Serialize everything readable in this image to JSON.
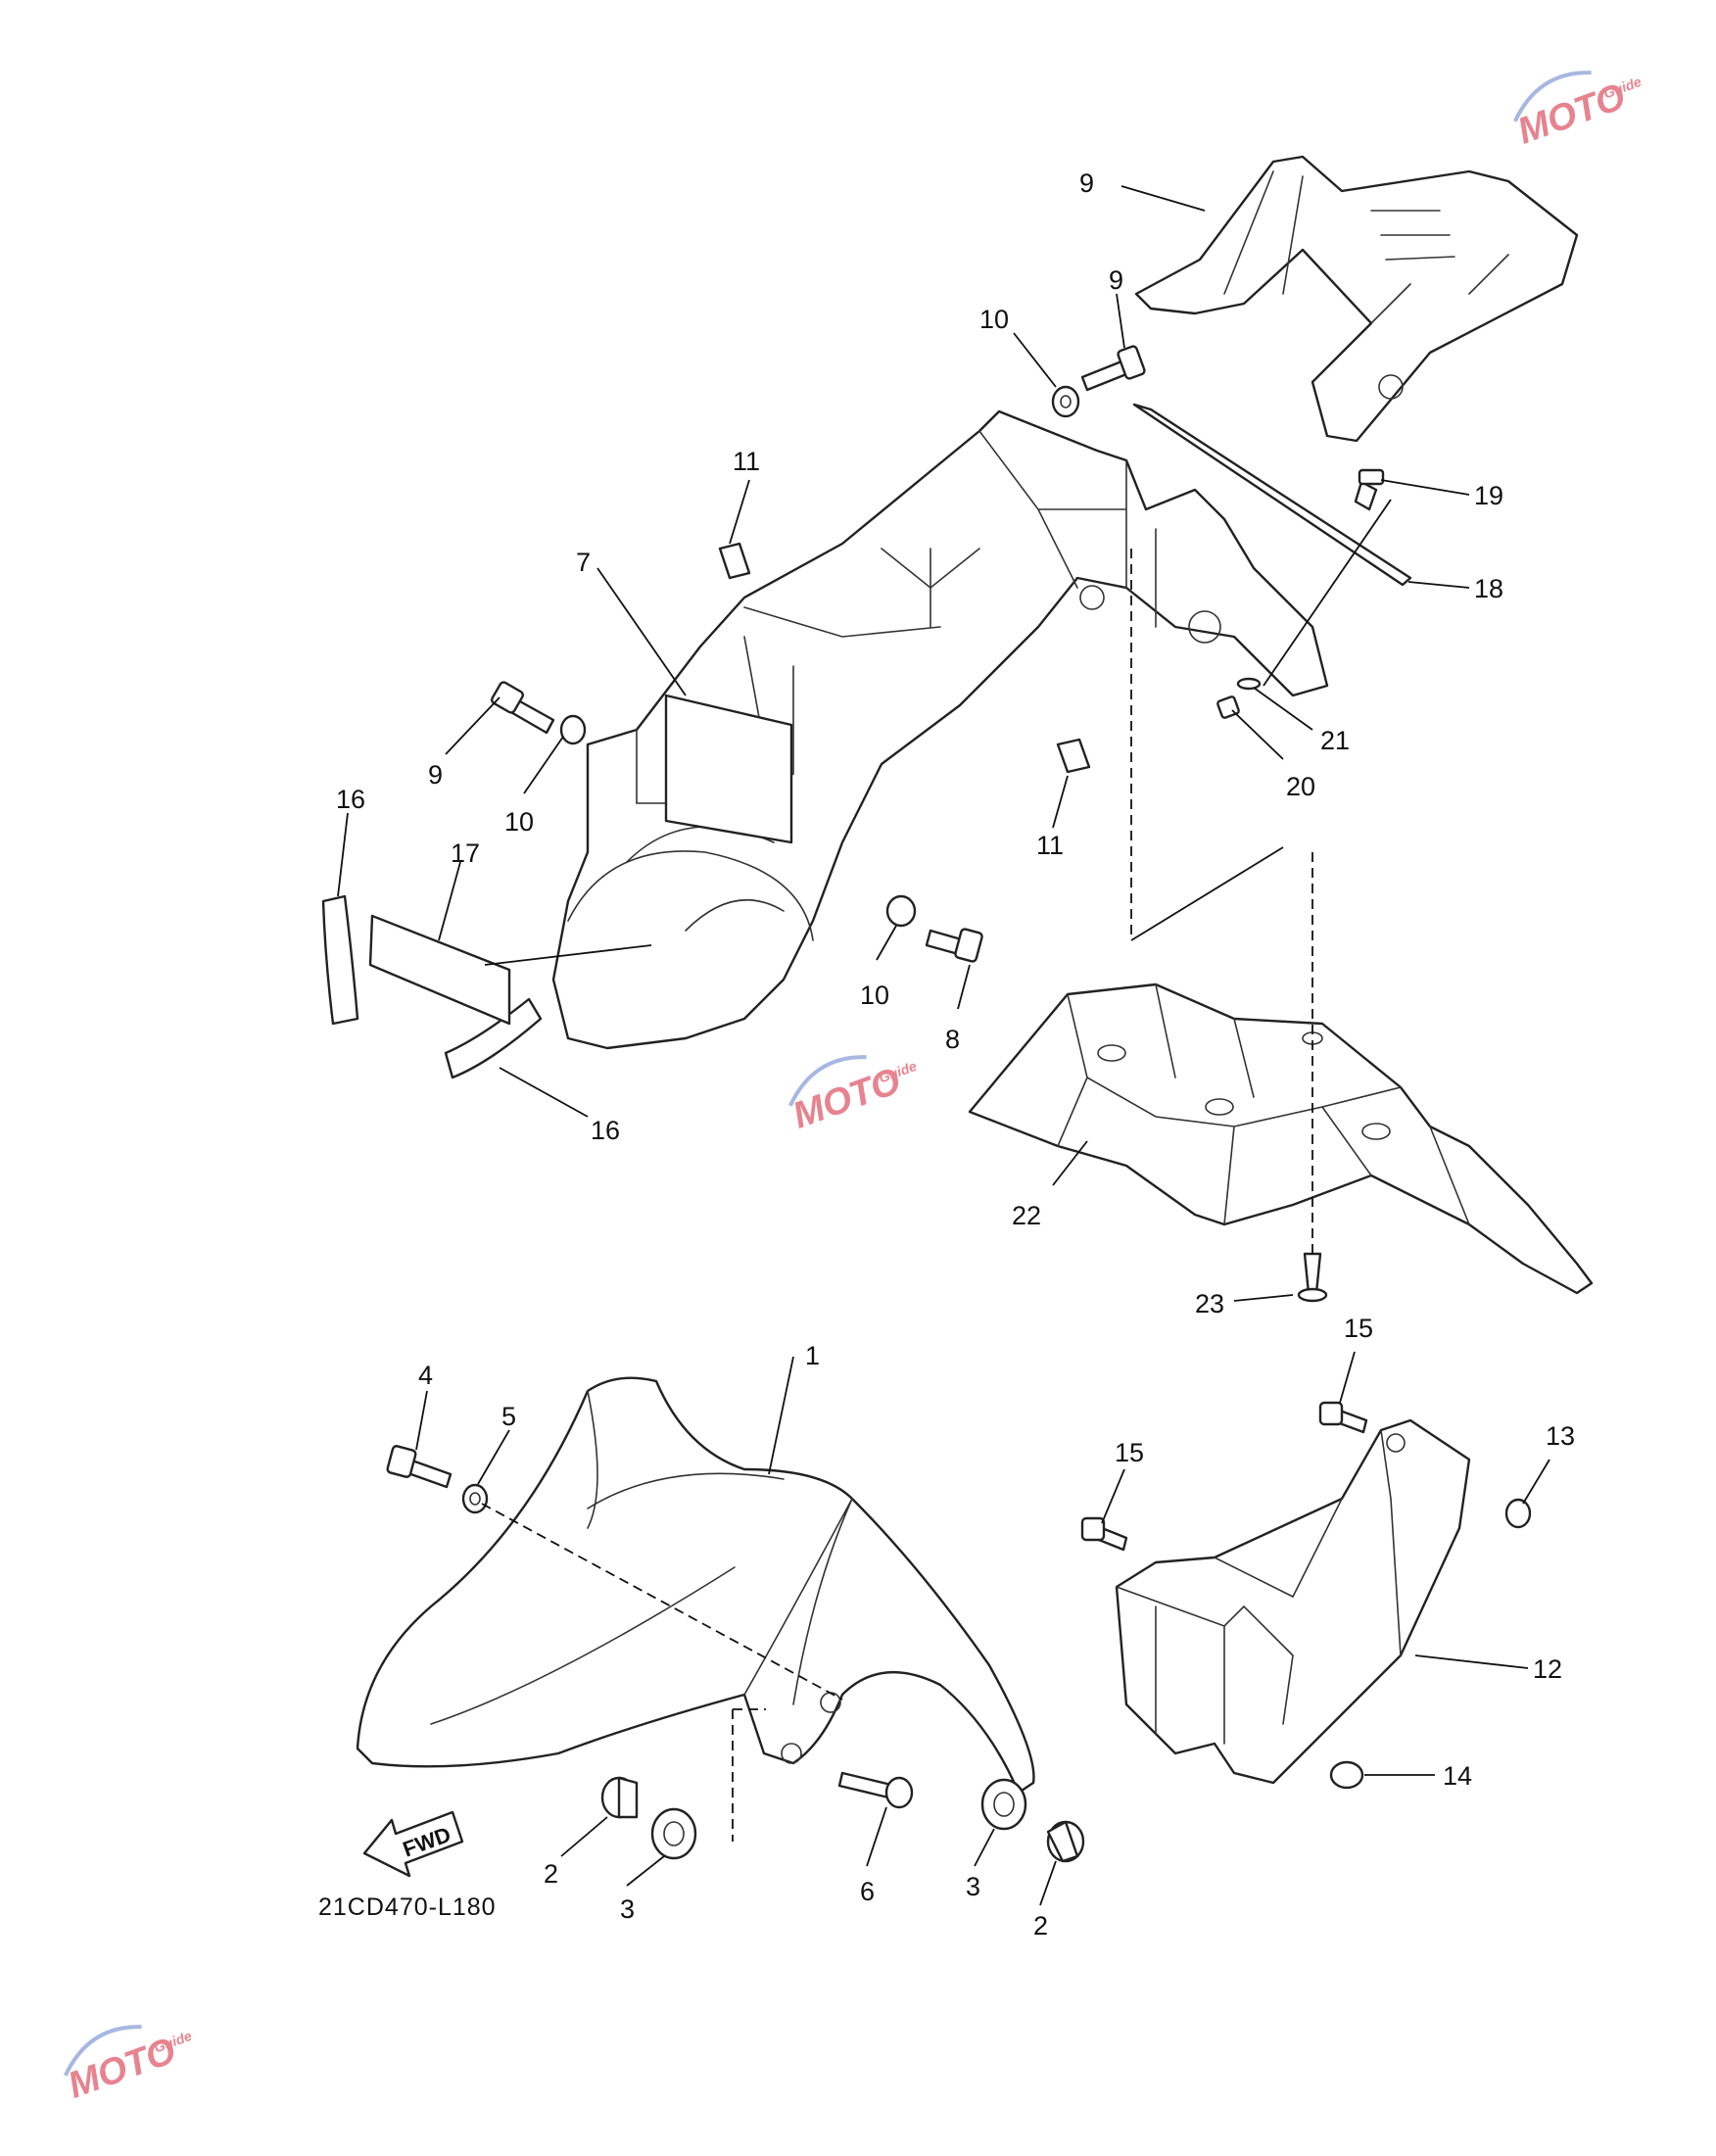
{
  "diagram_code": "21CD470-L180",
  "fwd_label": "FWD",
  "watermark_text": "MOTO",
  "watermark_subtext": "Guide",
  "colors": {
    "line": "#222222",
    "watermark_red": "#e05a6a",
    "watermark_blue": "#8aa0d8"
  },
  "callouts": [
    "1",
    "2",
    "2",
    "3",
    "3",
    "4",
    "5",
    "6",
    "7",
    "8",
    "9",
    "9",
    "9",
    "10",
    "10",
    "10",
    "11",
    "11",
    "12",
    "13",
    "14",
    "15",
    "15",
    "16",
    "16",
    "17",
    "18",
    "19",
    "20",
    "21",
    "22",
    "23"
  ]
}
